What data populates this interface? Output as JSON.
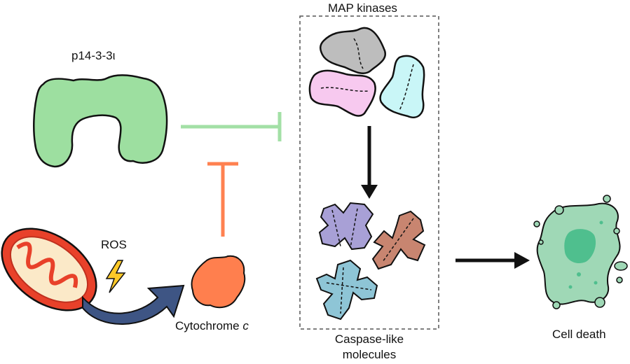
{
  "labels": {
    "p14": "p14-3-3ι",
    "ros": "ROS",
    "cytochrome": "Cytochrome",
    "cytochrome_italic": "c",
    "map_kinases": "MAP kinases",
    "caspase_line1": "Caspase-like",
    "caspase_line2": "molecules",
    "cell_death": "Cell death"
  },
  "colors": {
    "p14_fill": "#9ddfa0",
    "inhibit_green": "#a3e0a6",
    "inhibit_orange": "#ff8150",
    "cytochrome_fill": "#ff7f4e",
    "mito_outer": "#e8412a",
    "mito_inner": "#fbe9c8",
    "arrow_blue": "#3e5584",
    "bolt": "#ffc928",
    "mapk_gray": "#bdbdbd",
    "mapk_pink": "#f7c9ef",
    "mapk_cyan": "#c9f6f7",
    "casp_purple": "#a8a0d6",
    "casp_brown": "#c88570",
    "casp_blue": "#8ec5d6",
    "cell_fill": "#9fd8b6",
    "nucleus": "#4fbf8e"
  }
}
